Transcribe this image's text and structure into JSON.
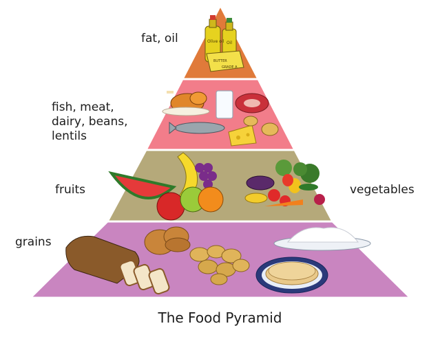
{
  "title": "The Food Pyramid",
  "tiers": [
    {
      "id": "fat",
      "label_left": "fat, oil",
      "label_right": "",
      "color": "#e07a3a",
      "bottle_texts": [
        "Olive oil",
        "Oil",
        "BUTTER",
        "GRADE A"
      ]
    },
    {
      "id": "protein",
      "label_left": "fish, meat, dairy, beans, lentils",
      "label_right": "",
      "color": "#f27d8a"
    },
    {
      "id": "produce",
      "label_left": "fruits",
      "label_right": "vegetables",
      "color": "#b5a97a"
    },
    {
      "id": "grains",
      "label_left": "grains",
      "label_right": "",
      "color": "#c985c0"
    }
  ],
  "colors": {
    "outline": "#ffffff",
    "stroke": "#3a3a3a"
  }
}
